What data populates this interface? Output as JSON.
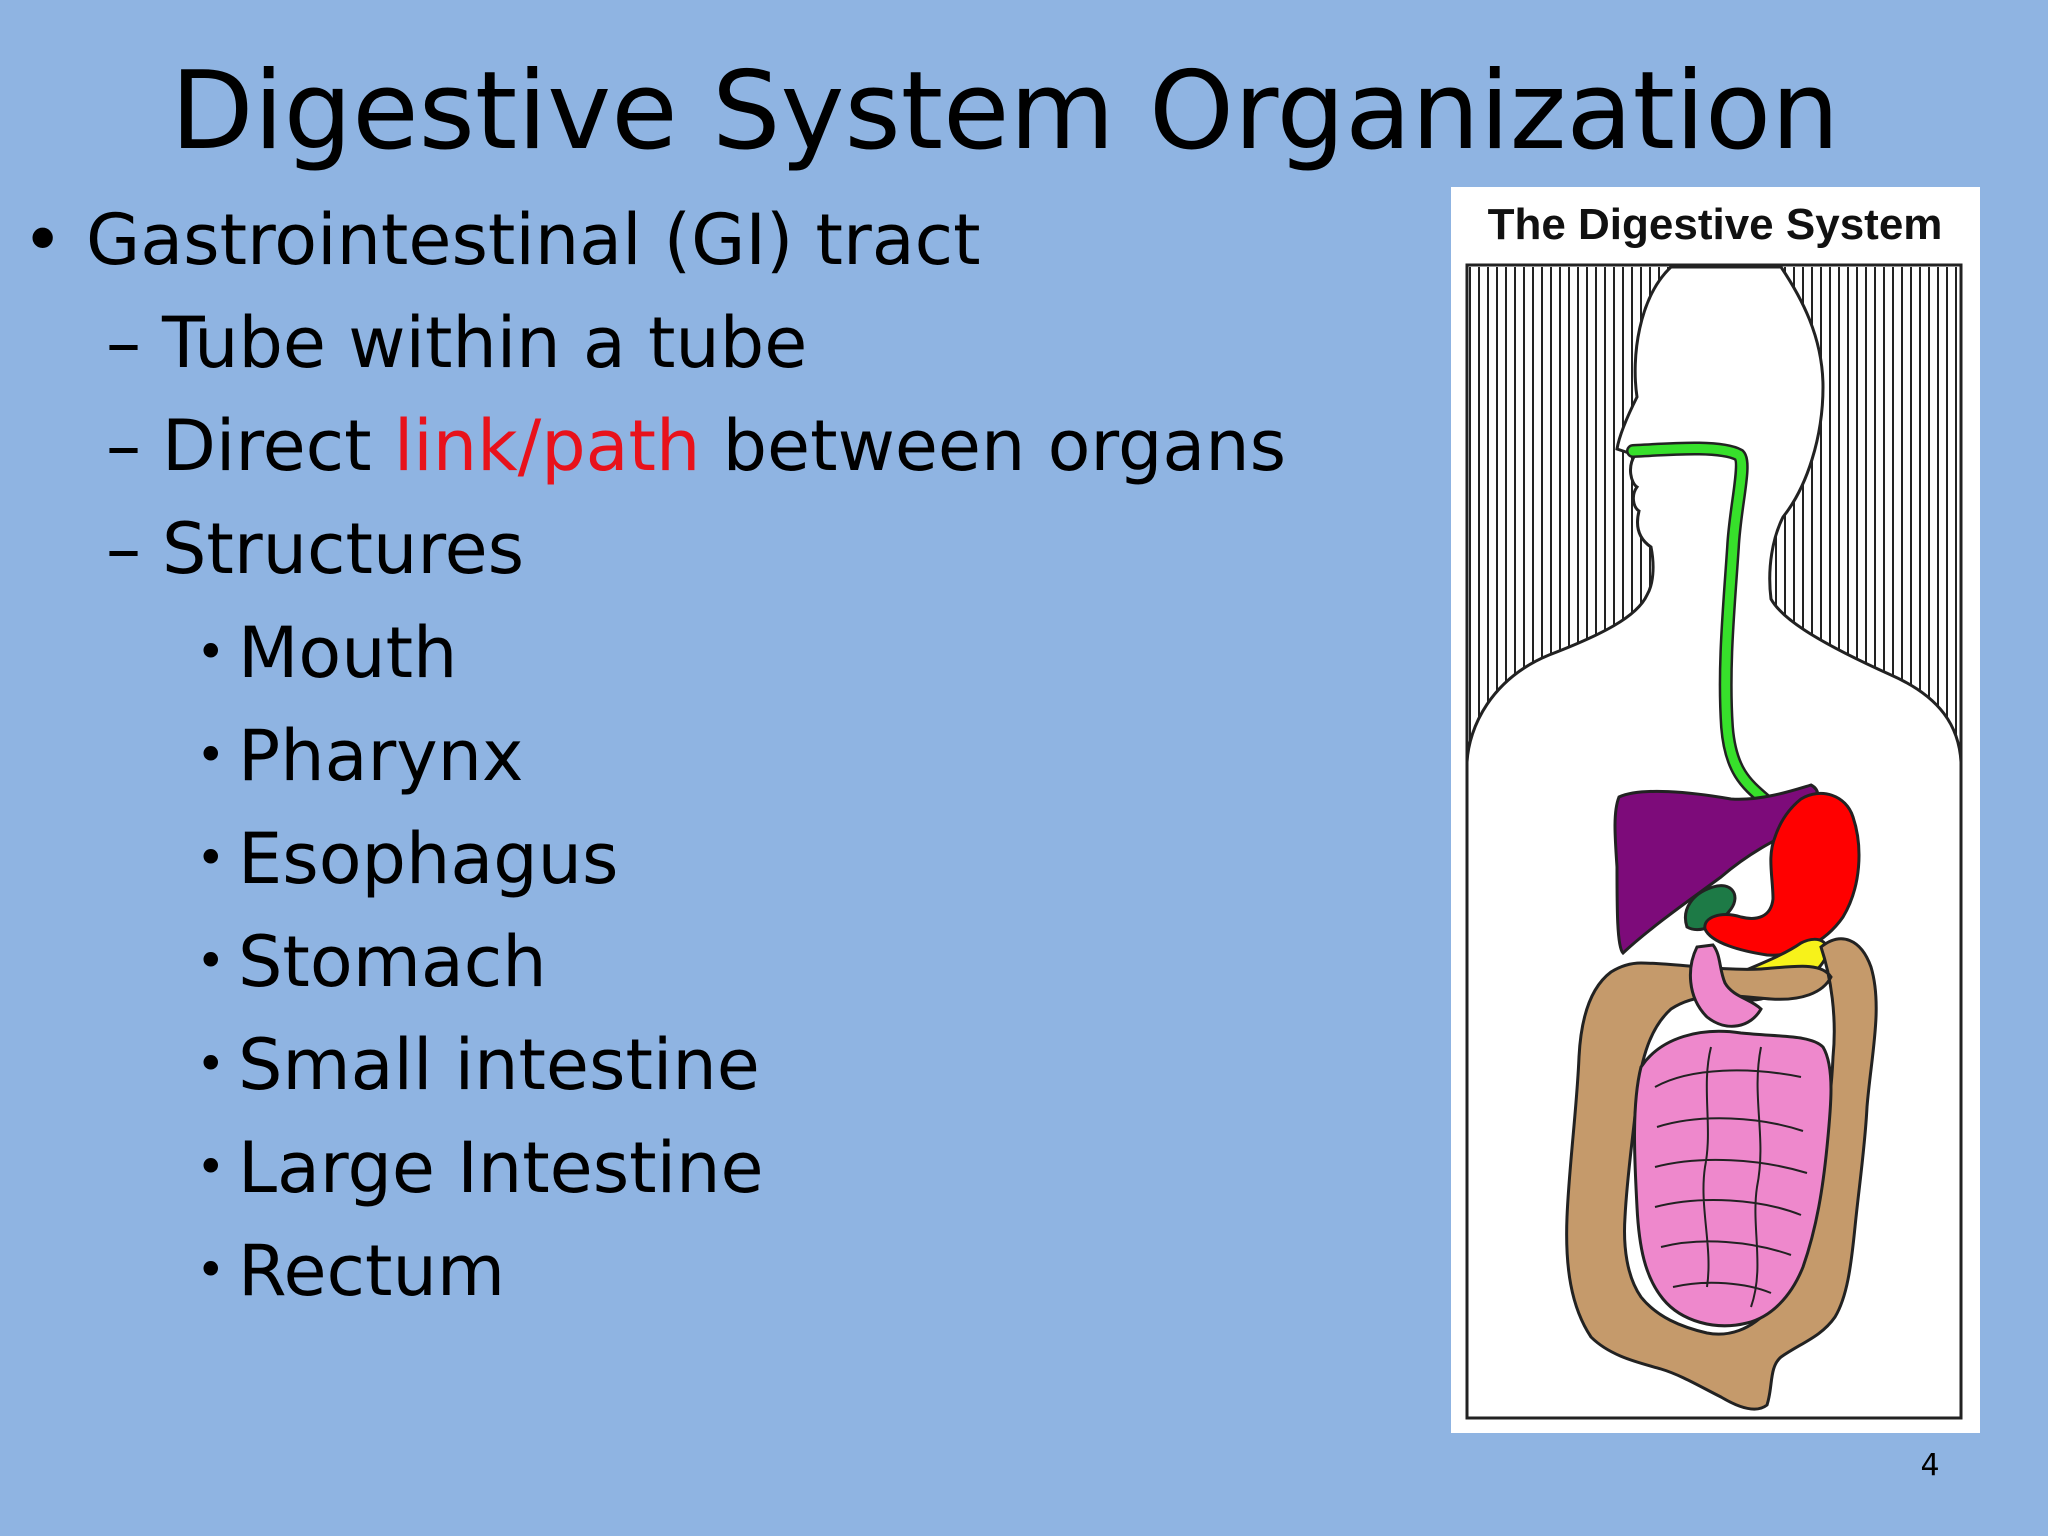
{
  "slide": {
    "title": "Digestive System Organization",
    "page_number": "4"
  },
  "bullets": {
    "level1": {
      "marker": "•",
      "text": "Gastrointestinal (GI) tract"
    },
    "level2": [
      {
        "marker": "–",
        "text": "Tube within a tube"
      },
      {
        "marker": "–",
        "before": "Direct ",
        "highlight": "link/path",
        "after": " between organs"
      },
      {
        "marker": "–",
        "text": "Structures"
      }
    ],
    "structures": [
      {
        "marker": "•",
        "text": "Mouth"
      },
      {
        "marker": "•",
        "text": "Pharynx"
      },
      {
        "marker": "•",
        "text": "Esophagus"
      },
      {
        "marker": "•",
        "text": "Stomach"
      },
      {
        "marker": "•",
        "text": "Small intestine"
      },
      {
        "marker": "•",
        "text": "Large Intestine"
      },
      {
        "marker": "•",
        "text": "Rectum"
      }
    ]
  },
  "figure": {
    "caption": "The Digestive System",
    "colors": {
      "esophagus": "#37e02b",
      "liver": "#7d0b7a",
      "gallbladder": "#1d7a46",
      "stomach": "#ff0000",
      "pancreas": "#f7f21a",
      "large_intestine": "#c59a6b",
      "small_intestine": "#ee88cc"
    }
  },
  "theme": {
    "background": "#8fb4e2",
    "highlight": "#e8121b"
  }
}
